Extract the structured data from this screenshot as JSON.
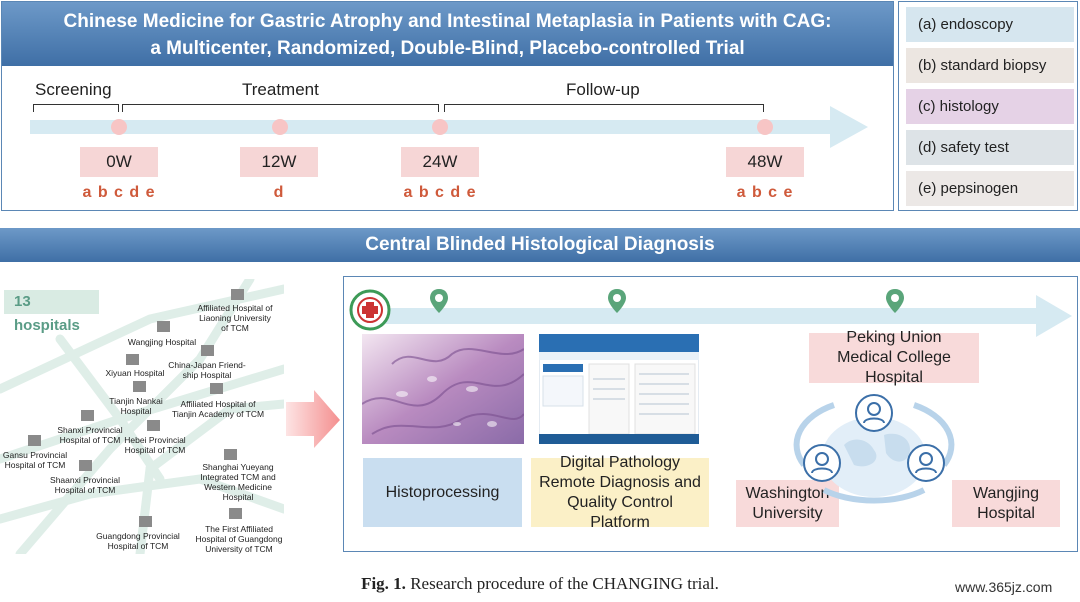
{
  "title": {
    "line1": "Chinese Medicine for Gastric Atrophy and Intestinal Metaplasia in Patients with CAG:",
    "line2": "a Multicenter, Randomized, Double-Blind, Placebo-controlled Trial"
  },
  "timeline": {
    "phases": [
      "Screening",
      "Treatment",
      "Follow-up"
    ],
    "visits": [
      {
        "week": "0W",
        "codes": "a b c d e"
      },
      {
        "week": "12W",
        "codes": "d"
      },
      {
        "week": "24W",
        "codes": "a b c d e"
      },
      {
        "week": "48W",
        "codes": "a b c e"
      }
    ]
  },
  "legend": {
    "items": [
      {
        "label": "(a) endoscopy",
        "color": "#d6e6ef"
      },
      {
        "label": "(b) standard biopsy",
        "color": "#ece6e1"
      },
      {
        "label": "(c) histology",
        "color": "#e5d2e6"
      },
      {
        "label": "(d) safety test",
        "color": "#dde3e7"
      },
      {
        "label": "(e) pepsinogen",
        "color": "#ece8e6"
      }
    ]
  },
  "central": {
    "title": "Central Blinded Histological Diagnosis"
  },
  "hospitals": {
    "count_label": "13 hospitals",
    "list": [
      "Affiliated Hospital of Liaoning University of TCM",
      "Wangjing Hospital",
      "China-Japan Friend-ship Hospital",
      "Xiyuan Hospital",
      "Tianjin Nankai Hospital",
      "Affiliated Hospital of Tianjin Academy of TCM",
      "Shanxi Provincial Hospital of TCM",
      "Hebei Provincial Hospital of TCM",
      "Gansu Provincial Hospital of TCM",
      "Shaanxi Provincial Hospital of TCM",
      "Shanghai Yueyang Integrated TCM and Western Medicine Hospital",
      "Guangdong Provincial Hospital of TCM",
      "The First Affiliated Hospital of Guangdong University of TCM"
    ]
  },
  "platform": {
    "steps": [
      "Histoprocessing",
      "Digital Pathology Remote Diagnosis and Quality Control Platform"
    ],
    "centers": [
      "Peking Union Medical College Hospital",
      "Washington University",
      "Wangjing Hospital"
    ]
  },
  "caption": {
    "label": "Fig. 1.",
    "text": "Research procedure of the CHANGING trial."
  },
  "watermark": "www.365jz.com",
  "colors": {
    "header_blue": "#4a7cb2",
    "arrow_blue": "#d6eaf2",
    "visit_pink": "#f6d6d6",
    "code_orange": "#cf5a3b",
    "pin_green": "#5aa57a"
  }
}
